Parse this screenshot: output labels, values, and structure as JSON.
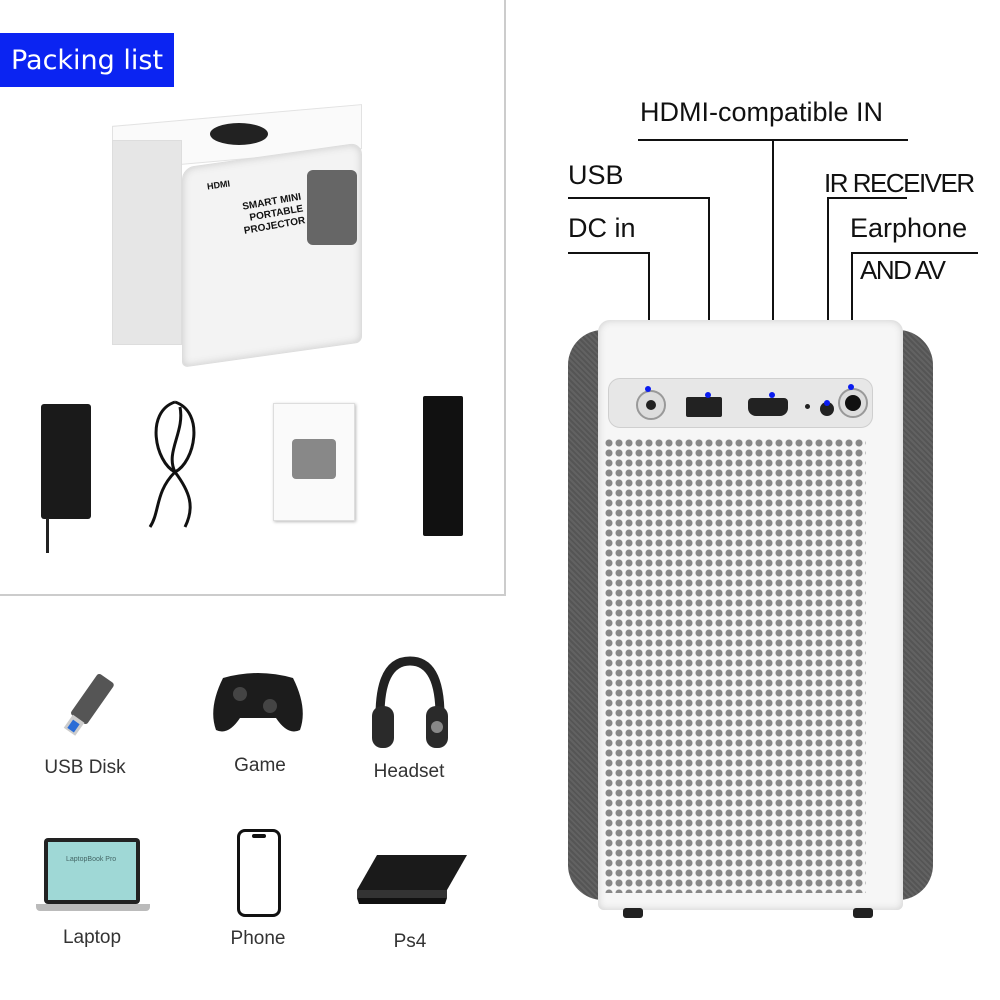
{
  "packing_list": {
    "title": "Packing list",
    "box": {
      "brand": "HDMI",
      "product": "SMART MINI PORTABLE PROJECTOR"
    },
    "items": [
      "ac-dc-adapter",
      "power-cable",
      "user-manual",
      "remote-control"
    ]
  },
  "ports": {
    "hdmi": "HDMI-compatible IN",
    "usb": "USB",
    "dc": "DC in",
    "ir": "IR RECEIVER",
    "earphone_1": "Earphone",
    "earphone_2": "AND AV"
  },
  "devices": [
    {
      "label": "USB Disk",
      "icon": "usb-disk-icon"
    },
    {
      "label": "Game",
      "icon": "gamepad-icon"
    },
    {
      "label": "Headset",
      "icon": "headphones-icon"
    },
    {
      "label": "Laptop",
      "icon": "laptop-icon",
      "screen_text": "LaptopBook Pro"
    },
    {
      "label": "Phone",
      "icon": "phone-icon"
    },
    {
      "label": "Ps4",
      "icon": "console-icon"
    }
  ],
  "colors": {
    "badge": "#0b24f2",
    "callout_dot": "#0a1cf0",
    "fabric": "#5a5a5a"
  }
}
